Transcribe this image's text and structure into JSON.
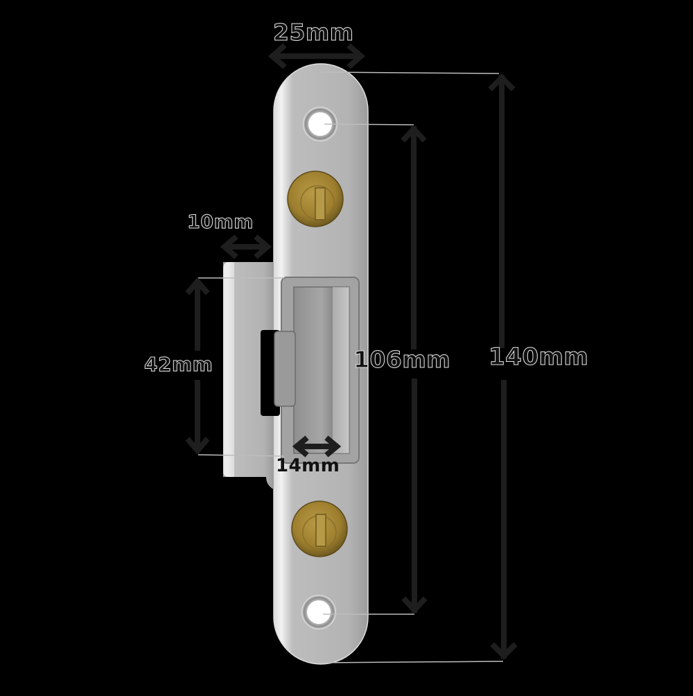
{
  "diagram": {
    "subject": "Door lock strike plate",
    "background_color": "#000000",
    "plate_color": "#b9b9b9",
    "screw_color": "#a88a3a",
    "arrow_color": "#1e1e1e"
  },
  "dimensions": {
    "plate_width": {
      "label": "25mm",
      "orientation": "horizontal"
    },
    "lip_depth": {
      "label": "10mm",
      "orientation": "horizontal"
    },
    "keep_height": {
      "label": "42mm",
      "orientation": "vertical"
    },
    "keep_width": {
      "label": "14mm",
      "orientation": "horizontal"
    },
    "hole_centers": {
      "label": "106mm",
      "orientation": "vertical"
    },
    "overall_length": {
      "label": "140mm",
      "orientation": "vertical"
    }
  },
  "components": {
    "fixing_holes": 2,
    "screw_caps": 2
  }
}
